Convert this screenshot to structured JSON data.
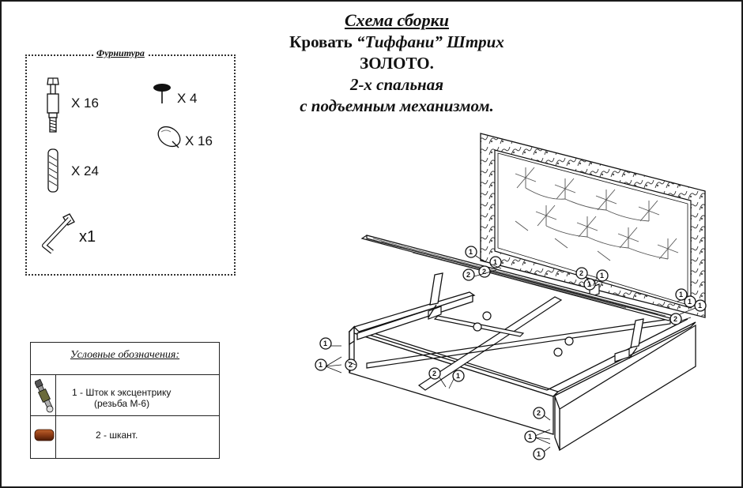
{
  "title": {
    "line1": "Схема сборки",
    "line2_prefix": "Кровать ",
    "line2_italic": "“Тиффани” Штрих",
    "line3": "ЗОЛОТО.",
    "line4": "2-х спальная",
    "line5": "с подъемным механизмом."
  },
  "hardware": {
    "title": "Фурнитура",
    "items": [
      {
        "icon": "eccentric-rod-icon",
        "qty": "X  16"
      },
      {
        "icon": "dowel-icon",
        "qty": "X  24"
      },
      {
        "icon": "hex-key-icon",
        "qty": "x1"
      },
      {
        "icon": "glide-nail-icon",
        "qty": "X  4"
      },
      {
        "icon": "eccentric-cap-icon",
        "qty": "X  16"
      }
    ]
  },
  "legend": {
    "title": "Условные обозначения:",
    "items": [
      {
        "icon": "eccentric-rod-icon",
        "line1": "1 - Шток к эксцентрику",
        "line2": "(резьба М-6)"
      },
      {
        "icon": "dowel-icon",
        "line1": "2 - шкант."
      }
    ]
  },
  "callouts": [
    "1",
    "1",
    "2",
    "1",
    "2",
    "1",
    "1",
    "2",
    "2",
    "1",
    "1",
    "2",
    "2",
    "1",
    "1",
    "1",
    "2",
    "1",
    "1"
  ],
  "colors": {
    "ink": "#111111",
    "dowel": "#8b3a14"
  }
}
